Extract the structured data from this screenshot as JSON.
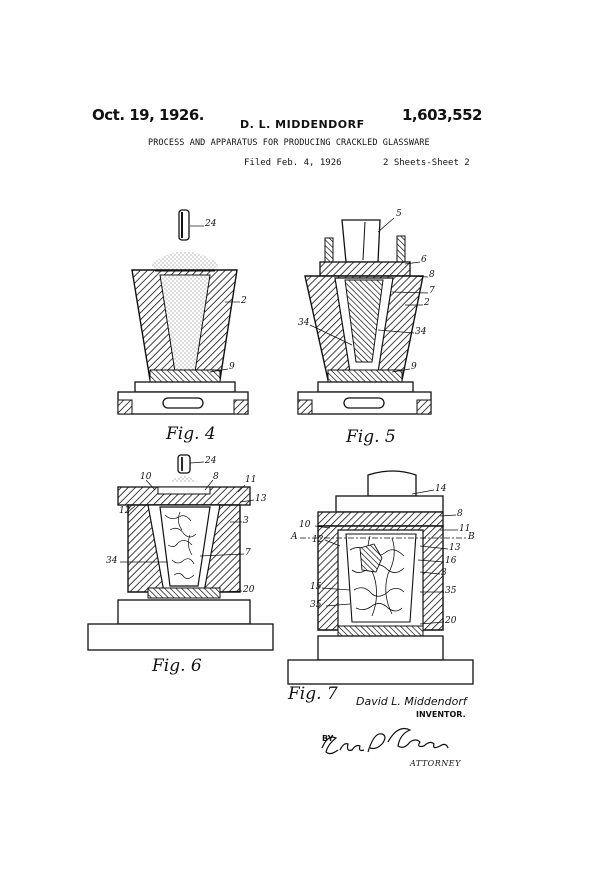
{
  "header": {
    "date": "Oct. 19, 1926.",
    "inventor": "D. L. MIDDENDORF",
    "patent_number": "1,603,552",
    "title": "PROCESS AND APPARATUS FOR PRODUCING CRACKLED GLASSWARE",
    "filed": "Filed Feb. 4, 1926",
    "sheets": "2 Sheets-Sheet 2"
  },
  "figures": {
    "fig4": {
      "label": "Fig. 4",
      "refs": [
        "24",
        "2",
        "9"
      ]
    },
    "fig5": {
      "label": "Fig. 5",
      "refs": [
        "5",
        "6",
        "8",
        "7",
        "2",
        "34",
        "34",
        "9"
      ]
    },
    "fig6": {
      "label": "Fig. 6",
      "refs": [
        "24",
        "10",
        "8",
        "11",
        "13",
        "12",
        "3",
        "34",
        "7",
        "20"
      ]
    },
    "fig7": {
      "label": "Fig. 7",
      "refs": [
        "14",
        "8",
        "10",
        "11",
        "A",
        "B",
        "13",
        "12",
        "16",
        "3",
        "15",
        "35",
        "35",
        "20"
      ]
    }
  },
  "signature": {
    "inventor_name": "David L. Middendorf",
    "inventor_role": "INVENTOR.",
    "by": "BY",
    "attorney_signature": "Edwin P. Corbett",
    "attorney_role": "ATTORNEY"
  },
  "colors": {
    "ink": "#111111",
    "paper": "#ffffff"
  }
}
